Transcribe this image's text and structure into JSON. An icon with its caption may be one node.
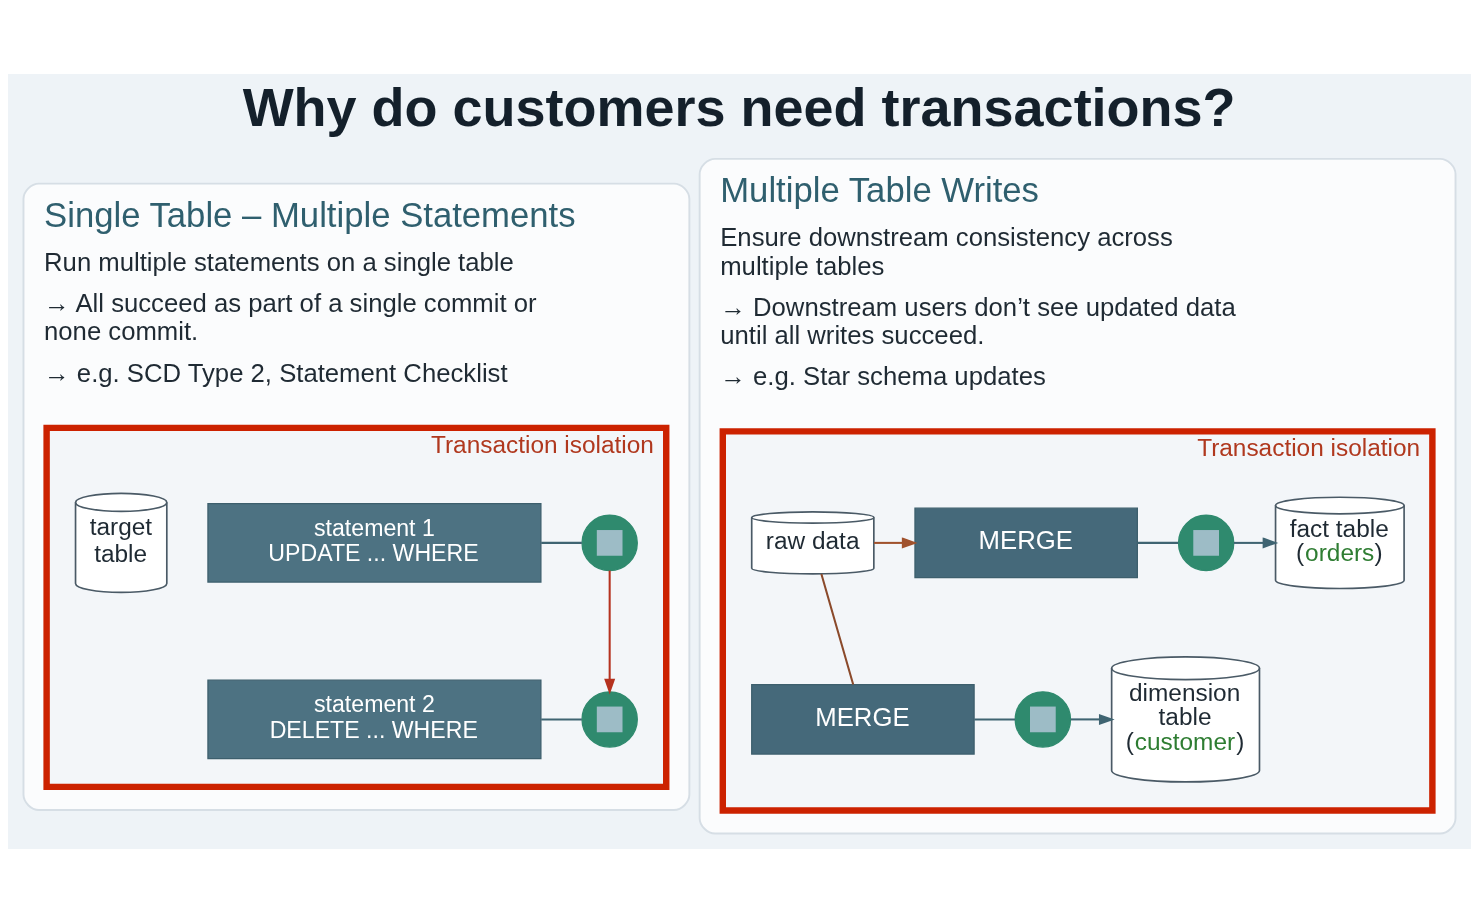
{
  "diagram": {
    "title": "Why do customers need transactions?",
    "nodes": [
      {
        "text": [
          "Single Table – Multiple Statements",
          "Run multiple statements on a single table",
          "→ All succeed as part of a single commit or none commit.",
          "→ e.g. SCD Type 2, Statement Checklist"
        ]
      },
      {
        "text": [
          "Transaction isolation"
        ],
        "in": 0
      },
      {
        "text": [
          "target table"
        ],
        "in": 1
      },
      {
        "text": [
          "statement 1",
          "UPDATE ... WHERE"
        ],
        "in": 1
      },
      {
        "text": [],
        "shape": "circle",
        "in": 1
      },
      {
        "text": [
          "statement 2",
          "DELETE ... WHERE"
        ],
        "in": 1
      },
      {
        "text": [],
        "shape": "circle",
        "in": 1
      },
      {
        "text": [
          "Multiple Table Writes",
          "Ensure downstream consistency across multiple tables",
          "→ Downstream users don’t see updated data until all writes succeed.",
          "→ e.g. Star schema updates"
        ]
      },
      {
        "text": [
          "Transaction isolation"
        ],
        "in": 7
      },
      {
        "text": [
          "raw data"
        ],
        "in": 8
      },
      {
        "text": [
          "MERGE"
        ],
        "in": 8
      },
      {
        "text": [],
        "shape": "circle",
        "in": 8
      },
      {
        "text": [
          "fact table",
          "(orders)"
        ],
        "in": 8
      },
      {
        "text": [
          "MERGE"
        ],
        "in": 8
      },
      {
        "text": [],
        "shape": "circle",
        "in": 8
      },
      {
        "text": [
          "dimension table",
          "(customer)"
        ],
        "in": 8
      }
    ],
    "edges": [
      {
        "from": 3,
        "to": 4,
        "arrow": "none"
      },
      {
        "from": 4,
        "to": 6,
        "arrow": "to",
        "color": "#b5321f"
      },
      {
        "from": 5,
        "to": 6,
        "arrow": "none"
      },
      {
        "from": 9,
        "to": 10,
        "arrow": "to",
        "color": "#a0522d"
      },
      {
        "from": 9,
        "to": 13,
        "arrow": "none",
        "color": "#8b4a2b"
      },
      {
        "from": 10,
        "to": 11,
        "arrow": "none"
      },
      {
        "from": 11,
        "to": 12,
        "arrow": "to"
      },
      {
        "from": 13,
        "to": 14,
        "arrow": "none"
      },
      {
        "from": 14,
        "to": 15,
        "arrow": "to"
      }
    ]
  }
}
